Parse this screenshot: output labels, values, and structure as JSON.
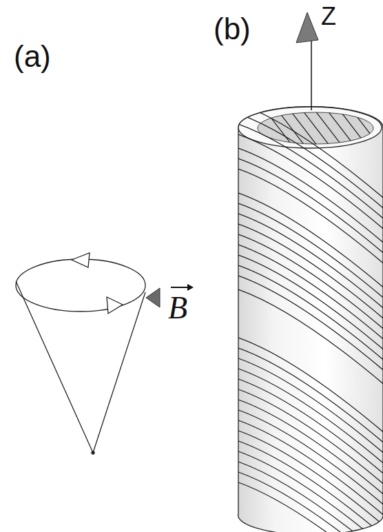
{
  "diagram": {
    "labels": [
      "(a)",
      "(b)",
      "Z",
      "B"
    ]
  }
}
